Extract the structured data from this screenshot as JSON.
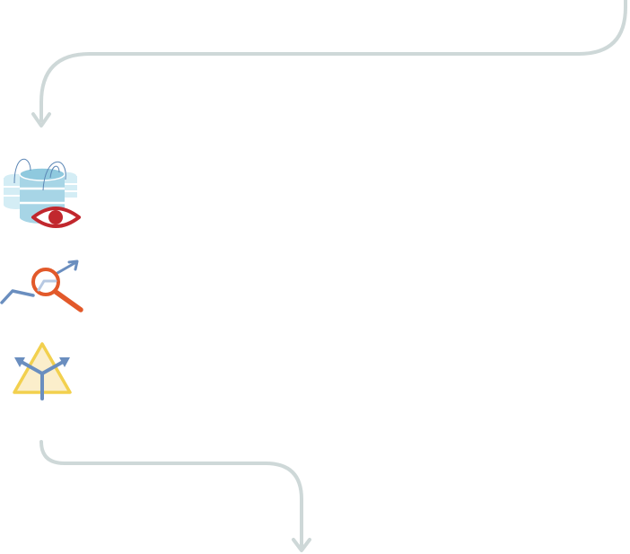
{
  "diagram": {
    "connectors": [
      {
        "name": "top-flow-arrow",
        "direction": "down",
        "color": "#ced8d8"
      },
      {
        "name": "bottom-flow-arrow",
        "direction": "down",
        "color": "#ced8d8"
      }
    ],
    "steps": [
      {
        "icon": "database-monitoring-icon",
        "colors": {
          "database": "#a7d5e6",
          "eye": "#c1272d"
        }
      },
      {
        "icon": "trend-analysis-icon",
        "colors": {
          "magnifier": "#e2592a",
          "trend": "#6a8ebf"
        }
      },
      {
        "icon": "branching-decision-icon",
        "colors": {
          "triangle": "#fbeecb",
          "arrows": "#6a8ebf"
        }
      }
    ]
  }
}
